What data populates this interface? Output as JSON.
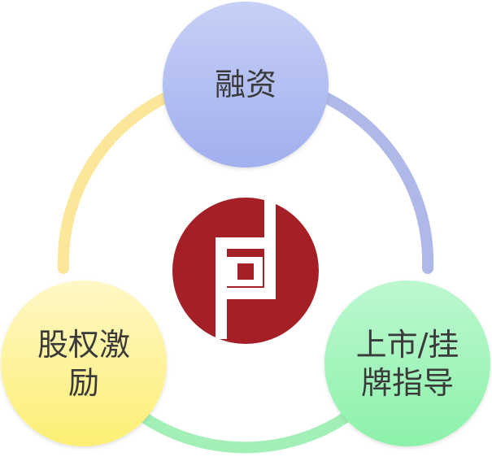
{
  "nodes": {
    "financing": {
      "label": "融资",
      "gradient": [
        "#c3cdf5",
        "#a4b2ef"
      ]
    },
    "equity_incentive": {
      "label_line1": "股权激",
      "label_line2": "励",
      "gradient": [
        "#fff6c0",
        "#fdf07a"
      ]
    },
    "listing_guidance": {
      "label_line1": "上市/挂",
      "label_line2": "牌指导",
      "gradient": [
        "#b6f6cc",
        "#8ff3ae"
      ]
    }
  },
  "ring": {
    "colors": {
      "top_right": "#aab7e8",
      "bottom": "#9ff0b5",
      "left": "#fbe58e"
    }
  },
  "logo": {
    "name": "company-logo",
    "colors": {
      "disc": "#a41f26",
      "mark": "#ffffff"
    }
  }
}
